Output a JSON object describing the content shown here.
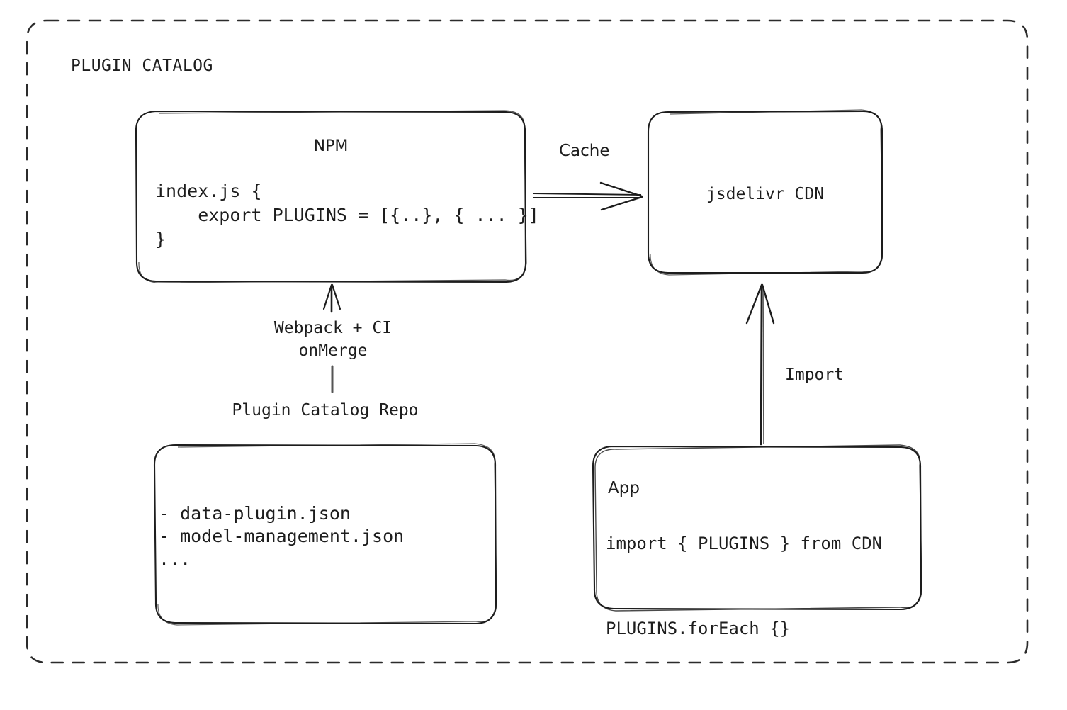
{
  "diagram": {
    "group": {
      "title": "PLUGIN CATALOG",
      "border_style": "dashed",
      "border_color": "#2b2b2b"
    },
    "nodes": [
      {
        "id": "npm",
        "title": "NPM",
        "code": "index.js {\n    export PLUGINS = [{..}, { ... }]\n}"
      },
      {
        "id": "cdn",
        "title": "jsdelivr CDN"
      },
      {
        "id": "repo",
        "caption": "Plugin Catalog Repo",
        "items": "- data-plugin.json\n- model-management.json\n..."
      },
      {
        "id": "app",
        "title": "App",
        "code": "import { PLUGINS } from CDN\n\nPLUGINS.forEach {}"
      }
    ],
    "edges": [
      {
        "id": "cache",
        "label": "Cache",
        "from": "npm",
        "to": "cdn",
        "direction": "right"
      },
      {
        "id": "webpack",
        "label": "Webpack + CI\nonMerge",
        "from": "repo",
        "to": "npm",
        "direction": "up"
      },
      {
        "id": "import",
        "label": "Import",
        "from": "app",
        "to": "cdn",
        "direction": "up"
      }
    ],
    "colors": {
      "stroke": "#1d1d1d",
      "background": "#ffffff",
      "text": "#1d1d1d"
    }
  }
}
